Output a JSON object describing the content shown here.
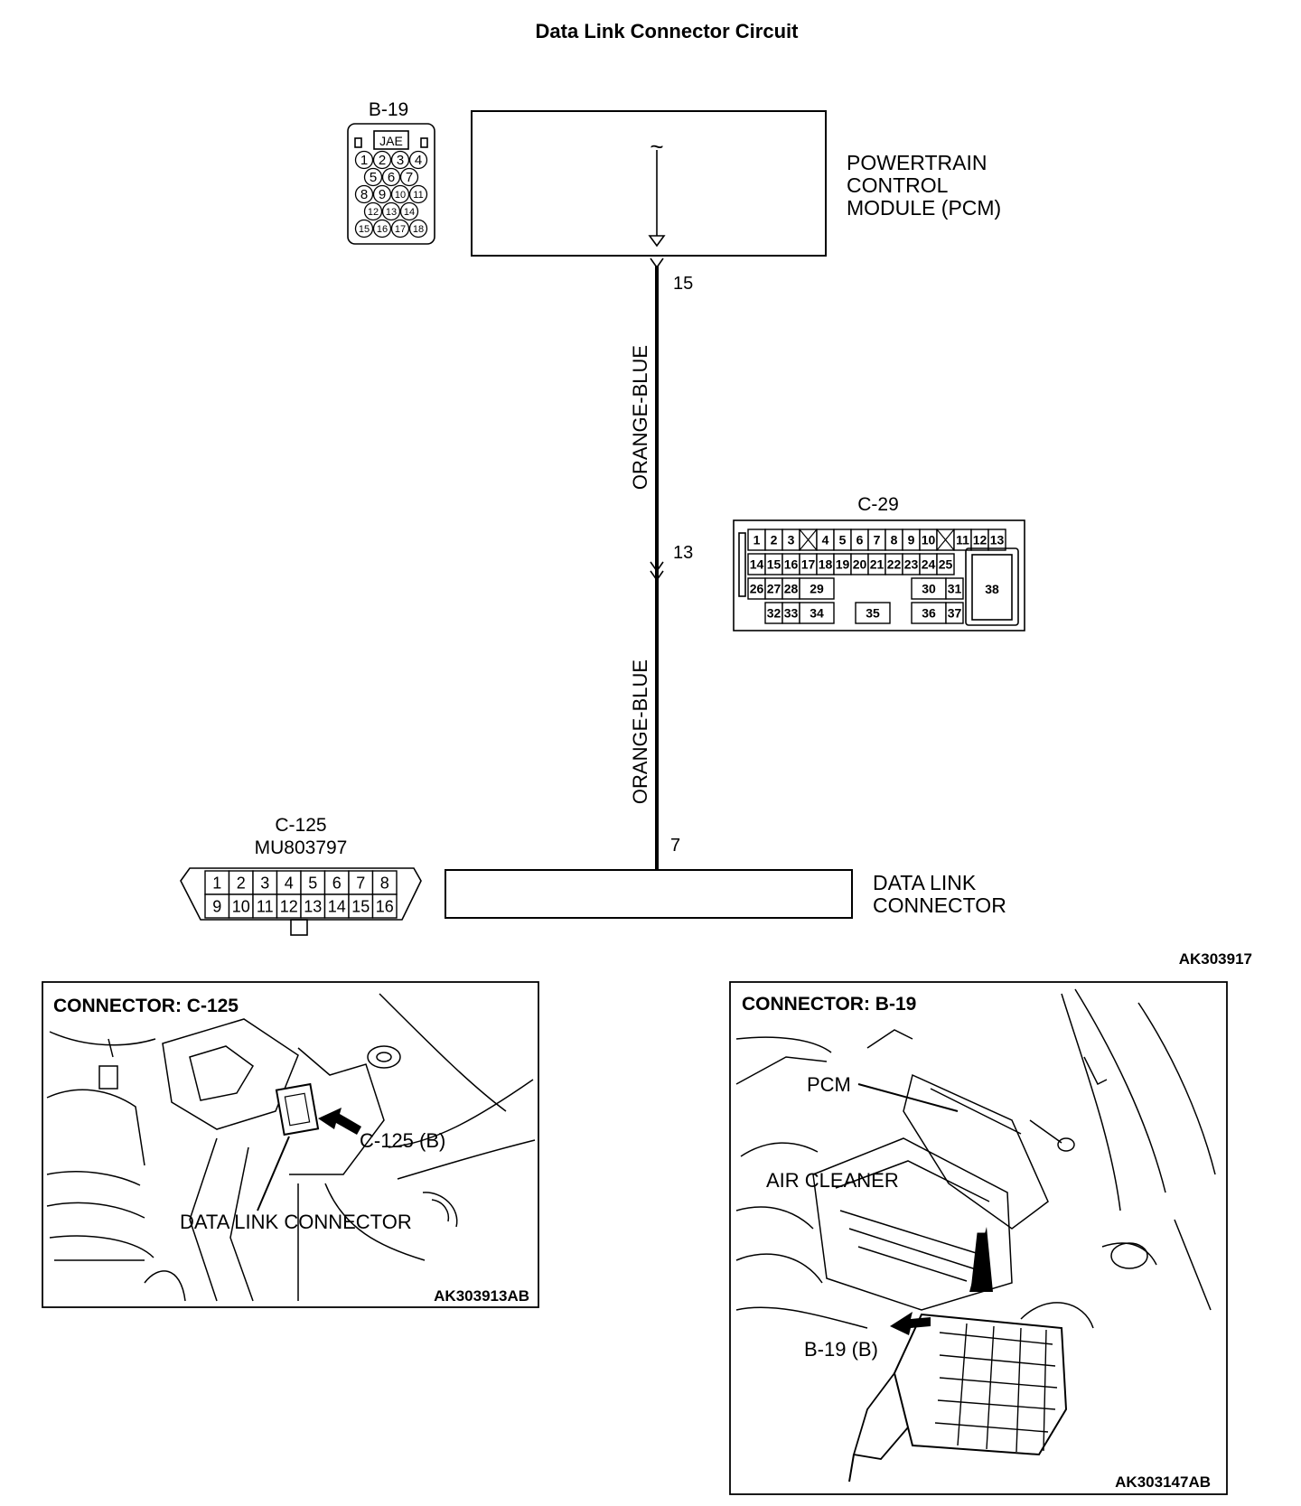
{
  "title": "Data Link Connector Circuit",
  "pcm": {
    "connector_id": "B-19",
    "connector_tag": "JAE",
    "pins_rows": [
      [
        "1",
        "2",
        "3",
        "4"
      ],
      [
        "5",
        "6",
        "7"
      ],
      [
        "8",
        "9",
        "10",
        "11"
      ],
      [
        "12",
        "13",
        "14"
      ],
      [
        "15",
        "16",
        "17",
        "18"
      ]
    ],
    "label_lines": [
      "POWERTRAIN",
      "CONTROL",
      "MODULE (PCM)"
    ],
    "symbol": "~",
    "pin": "15"
  },
  "wire": {
    "color_upper": "ORANGE-BLUE",
    "color_lower": "ORANGE-BLUE",
    "junction_pin": "13"
  },
  "junction": {
    "connector_id": "C-29",
    "row1": [
      "1",
      "2",
      "3",
      "4",
      "5",
      "6",
      "7",
      "8",
      "9",
      "10",
      "11",
      "12",
      "13"
    ],
    "row2": [
      "14",
      "15",
      "16",
      "17",
      "18",
      "19",
      "20",
      "21",
      "22",
      "23",
      "24",
      "25"
    ],
    "row3": [
      "26",
      "27",
      "28",
      "29",
      "30",
      "31"
    ],
    "row4": [
      "32",
      "33",
      "34",
      "35",
      "36",
      "37"
    ],
    "big_pin": "38"
  },
  "dlc": {
    "connector_id": "C-125",
    "part_number": "MU803797",
    "row1": [
      "1",
      "2",
      "3",
      "4",
      "5",
      "6",
      "7",
      "8"
    ],
    "row2": [
      "9",
      "10",
      "11",
      "12",
      "13",
      "14",
      "15",
      "16"
    ],
    "label_lines": [
      "DATA LINK",
      "CONNECTOR"
    ],
    "pin": "7"
  },
  "diagram_ref": "AK303917",
  "panel_left": {
    "title": "CONNECTOR: C-125",
    "callout_connector": "C-125 (B)",
    "callout_dlc": "DATA LINK CONNECTOR",
    "ref": "AK303913AB"
  },
  "panel_right": {
    "title": "CONNECTOR: B-19",
    "callout_pcm": "PCM",
    "callout_air": "AIR CLEANER",
    "callout_connector": "B-19 (B)",
    "ref": "AK303147AB"
  }
}
